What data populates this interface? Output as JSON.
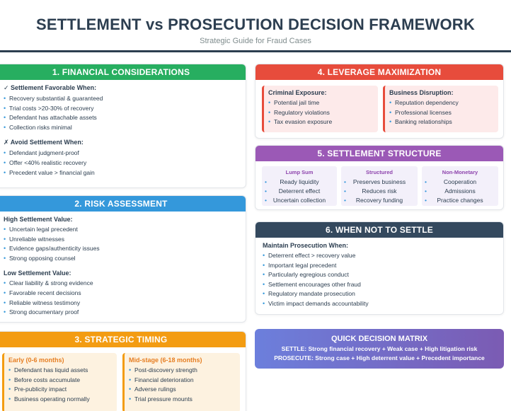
{
  "header": {
    "title": "SETTLEMENT vs PROSECUTION DECISION FRAMEWORK",
    "subtitle": "Strategic Guide for Fraud Cases"
  },
  "financial": {
    "title": "1. FINANCIAL CONSIDERATIONS",
    "favorable_title": "✓ Settlement Favorable When:",
    "favorable_items": [
      "Recovery substantial & guaranteed",
      "Trial costs >20-30% of recovery",
      "Defendant has attachable assets",
      "Collection risks minimal"
    ],
    "avoid_title": "✗ Avoid Settlement When:",
    "avoid_items": [
      "Defendant judgment-proof",
      "Offer <40% realistic recovery",
      "Precedent value > financial gain"
    ]
  },
  "risk": {
    "title": "2. RISK ASSESSMENT",
    "high_title": "High Settlement Value:",
    "high_items": [
      "Uncertain legal precedent",
      "Unreliable witnesses",
      "Evidence gaps/authenticity issues",
      "Strong opposing counsel"
    ],
    "low_title": "Low Settlement Value:",
    "low_items": [
      "Clear liability & strong evidence",
      "Favorable recent decisions",
      "Reliable witness testimony",
      "Strong documentary proof"
    ]
  },
  "timing": {
    "title": "3. STRATEGIC TIMING",
    "early_title": "Early (0-6 months)",
    "early_items": [
      "Defendant has liquid assets",
      "Before costs accumulate",
      "Pre-publicity impact",
      "Business operating normally"
    ],
    "mid_title": "Mid-stage (6-18 months)",
    "mid_items": [
      "Post-discovery strength",
      "Financial deterioration",
      "Adverse rulings",
      "Trial pressure mounts"
    ]
  },
  "leverage": {
    "title": "4. LEVERAGE MAXIMIZATION",
    "criminal_title": "Criminal Exposure:",
    "criminal_items": [
      "Potential jail time",
      "Regulatory violations",
      "Tax evasion exposure"
    ],
    "business_title": "Business Disruption:",
    "business_items": [
      "Reputation dependency",
      "Professional licenses",
      "Banking relationships"
    ]
  },
  "structure": {
    "title": "5. SETTLEMENT STRUCTURE",
    "columns": [
      {
        "title": "Lump Sum",
        "items": [
          "Ready liquidity",
          "Deterrent effect",
          "Uncertain collection"
        ]
      },
      {
        "title": "Structured",
        "items": [
          "Preserves business",
          "Reduces risk",
          "Recovery funding"
        ]
      },
      {
        "title": "Non-Monetary",
        "items": [
          "Cooperation",
          "Admissions",
          "Practice changes"
        ]
      }
    ]
  },
  "not_settle": {
    "title": "6. WHEN NOT TO SETTLE",
    "subtitle": "Maintain Prosecution When:",
    "items": [
      "Deterrent effect > recovery value",
      "Important legal precedent",
      "Particularly egregious conduct",
      "Settlement encourages other fraud",
      "Regulatory mandate prosecution",
      "Victim impact demands accountability"
    ]
  },
  "matrix": {
    "title": "QUICK DECISION MATRIX",
    "settle_line": "SETTLE: Strong financial recovery + Weak case + High litigation risk",
    "prosecute_line": "PROSECUTE: Strong case + High deterrent value + Precedent importance"
  },
  "colors": {
    "financial": "#27ae60",
    "risk": "#3498db",
    "timing": "#f39c12",
    "leverage": "#e74c3c",
    "structure": "#9b59b6",
    "not_settle": "#34495e"
  }
}
